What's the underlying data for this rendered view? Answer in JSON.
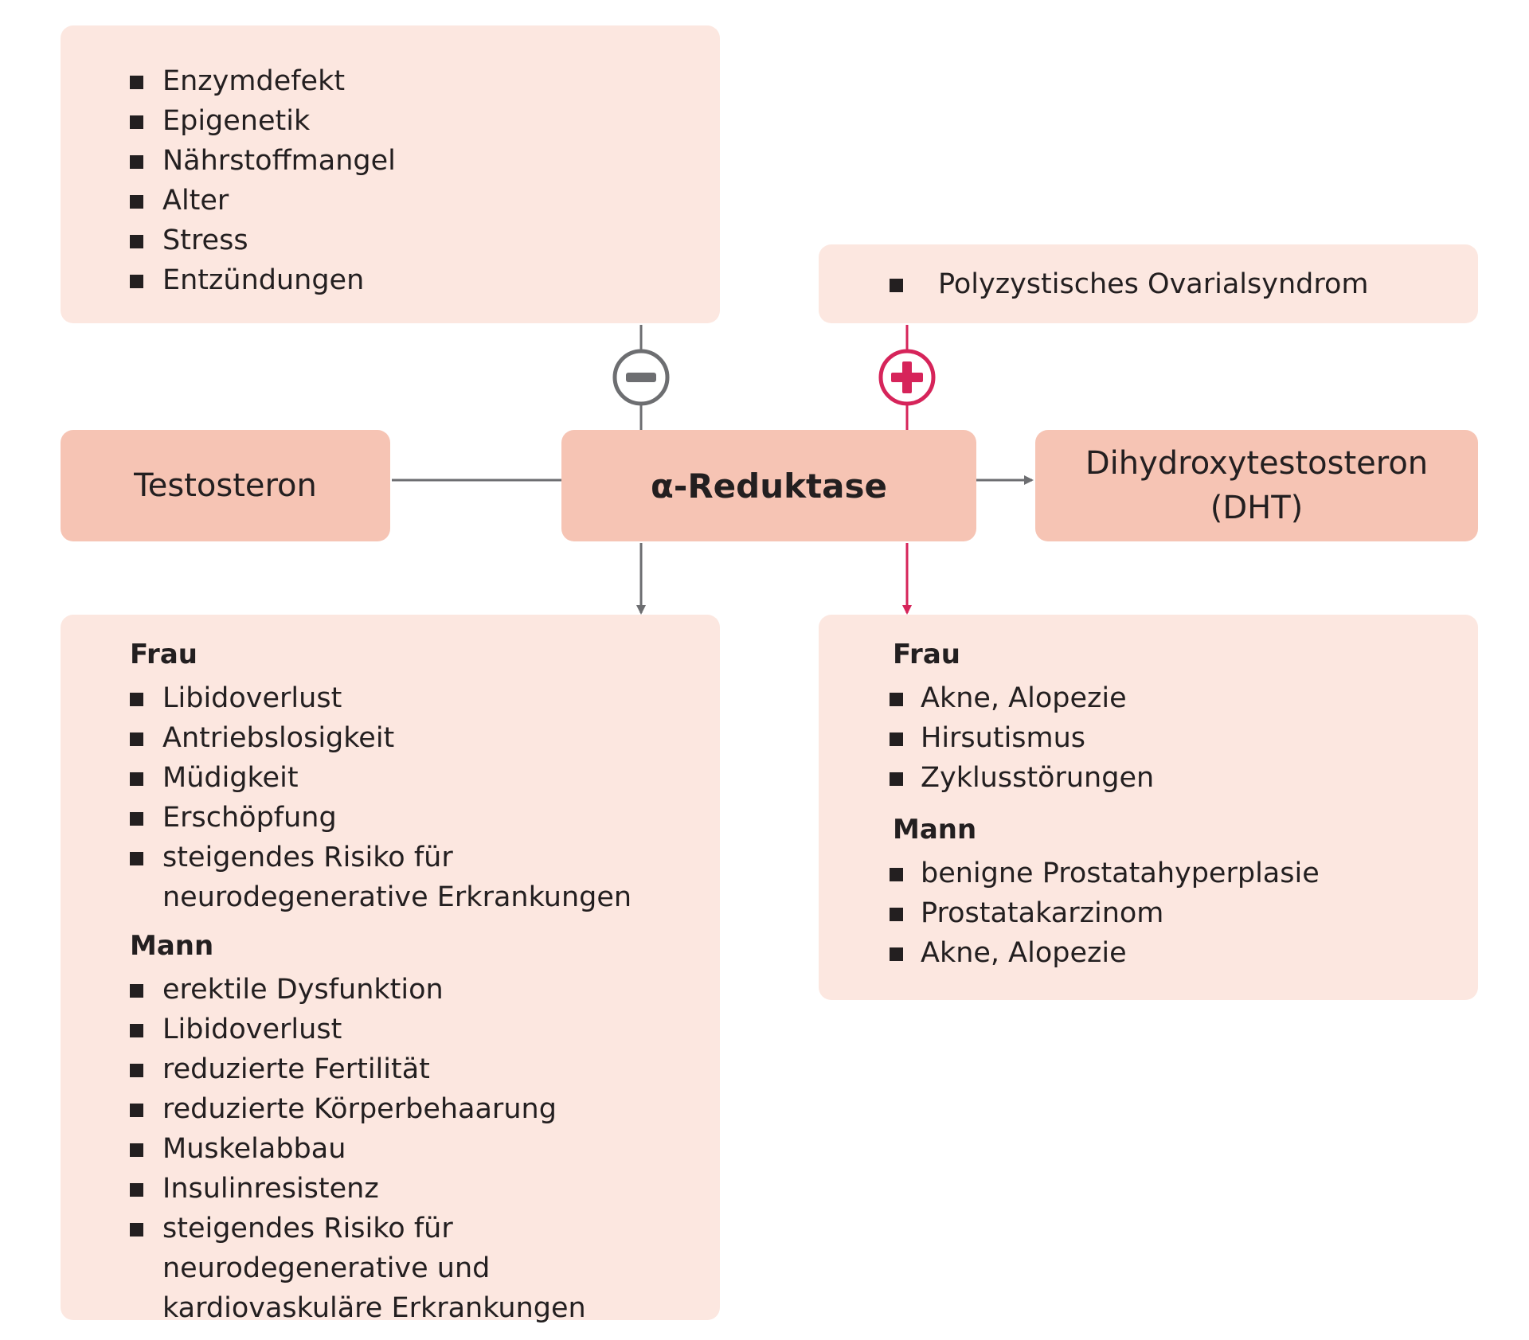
{
  "top_left_box": {
    "items": [
      "Enzymdefekt",
      "Epigenetik",
      "Nährstoffmangel",
      "Alter",
      "Stress",
      "Entzündungen"
    ]
  },
  "top_right_box": {
    "items": [
      "Polyzystisches Ovarialsyndrom"
    ]
  },
  "testosterone_node": "Testosteron",
  "enzyme_node": "α-Reduktase",
  "dht_node": {
    "line1": "Dihydroxytestosteron",
    "line2": "(DHT)"
  },
  "inhibit_symbol": {
    "icon": "minus-circle-icon",
    "color": "#6d6e71"
  },
  "promote_symbol": {
    "icon": "plus-circle-icon",
    "color": "#d6245a"
  },
  "deficiency_box": {
    "female_heading": "Frau",
    "female_items": [
      "Libidoverlust",
      "Antriebslosigkeit",
      "Müdigkeit",
      "Erschöpfung",
      "steigendes Risiko für neurodegenerative Erkrankungen"
    ],
    "male_heading": "Mann",
    "male_items": [
      "erektile Dysfunktion",
      "Libidoverlust",
      "reduzierte Fertilität",
      "reduzierte Körperbehaarung",
      "Muskelabbau",
      "Insulinresistenz",
      "steigendes Risiko für neurodegenerative und kardiovaskuläre Erkrankungen"
    ]
  },
  "excess_box": {
    "female_heading": "Frau",
    "female_items": [
      "Akne, Alopezie",
      "Hirsutismus",
      "Zyklusstörungen"
    ],
    "male_heading": "Mann",
    "male_items": [
      "benigne Prostatahyperplasie",
      "Prostatakarzinom",
      "Akne, Alopezie"
    ]
  },
  "colors": {
    "box_light": "#fce7e0",
    "node_dark": "#f6c4b4",
    "grey_line": "#6d6e71",
    "magenta_line": "#d6245a"
  }
}
